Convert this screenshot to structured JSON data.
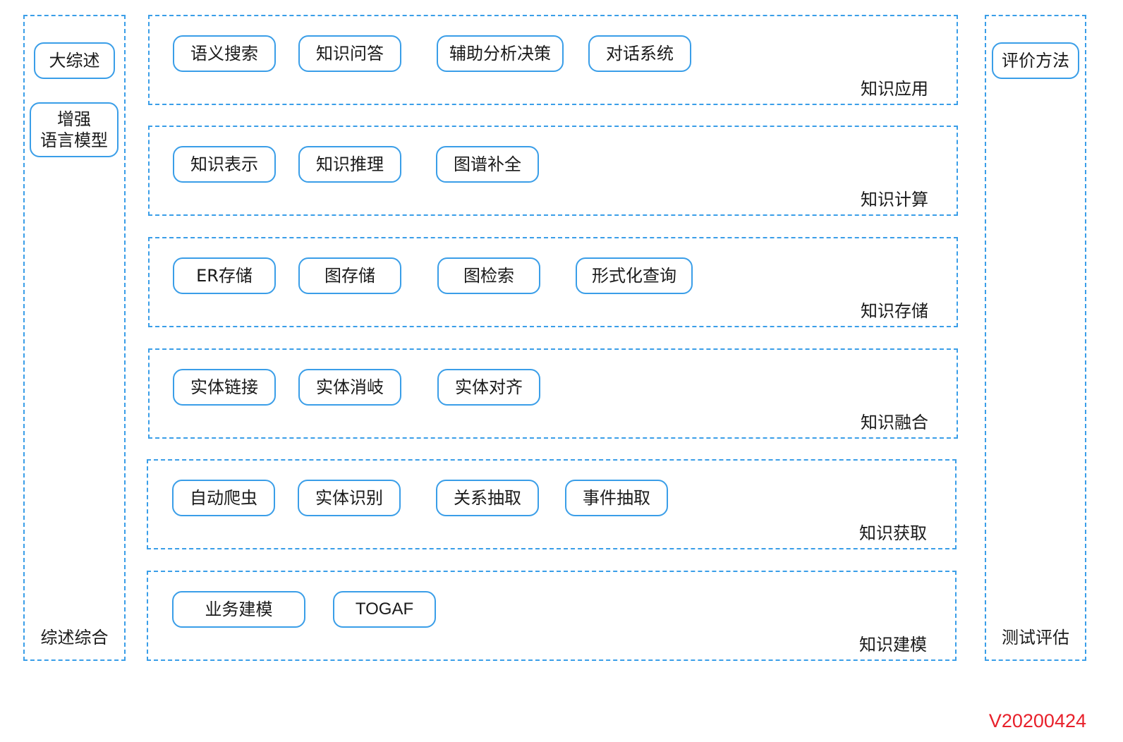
{
  "left_panel": {
    "title": "综述综合",
    "items": [
      "大综述",
      "增强\n语言模型"
    ]
  },
  "right_panel": {
    "title": "测试评估",
    "items": [
      "评价方法"
    ]
  },
  "layers": [
    {
      "label": "知识应用",
      "items": [
        "语义搜索",
        "知识问答",
        "辅助分析决策",
        "对话系统"
      ]
    },
    {
      "label": "知识计算",
      "items": [
        "知识表示",
        "知识推理",
        "图谱补全"
      ]
    },
    {
      "label": "知识存储",
      "items": [
        "ER存储",
        "图存储",
        "图检索",
        "形式化查询"
      ]
    },
    {
      "label": "知识融合",
      "items": [
        "实体链接",
        "实体消岐",
        "实体对齐"
      ]
    },
    {
      "label": "知识获取",
      "items": [
        "自动爬虫",
        "实体识别",
        "关系抽取",
        "事件抽取"
      ]
    },
    {
      "label": "知识建模",
      "items": [
        "业务建模",
        "TOGAF"
      ]
    }
  ],
  "version": "V20200424"
}
